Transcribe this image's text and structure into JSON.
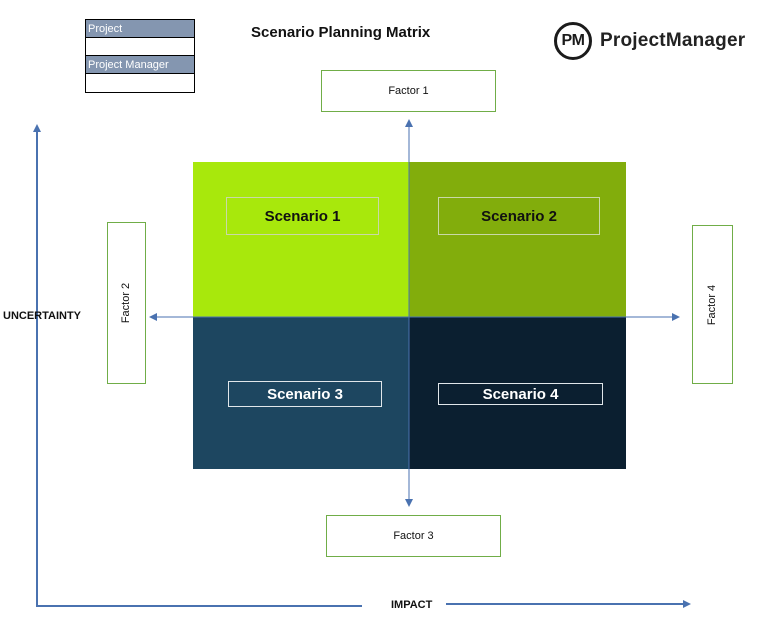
{
  "info_table": {
    "project_label": "Project",
    "project_value": "",
    "manager_label": "Project Manager",
    "manager_value": ""
  },
  "title": "Scenario Planning Matrix",
  "logo": {
    "badge": "PM",
    "name": "ProjectManager"
  },
  "factors": {
    "top": "Factor 1",
    "left": "Factor 2",
    "bottom": "Factor 3",
    "right": "Factor 4"
  },
  "scenarios": [
    "Scenario 1",
    "Scenario 2",
    "Scenario 3",
    "Scenario 4"
  ],
  "axes": {
    "y_label": "UNCERTAINTY",
    "x_label": "IMPACT"
  },
  "colors": {
    "q1": "#a8e80c",
    "q2": "#82ad0c",
    "q3": "#1d4660",
    "q4": "#0b1f30",
    "arrow": "#4a72b0",
    "factor_border": "#70ad47"
  }
}
